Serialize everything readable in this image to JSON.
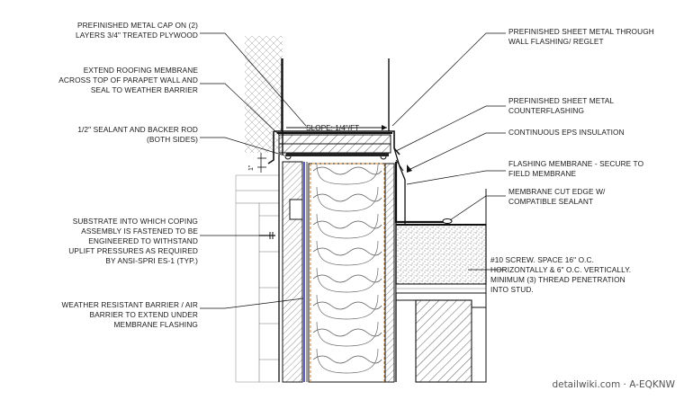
{
  "notes_left": [
    {
      "id": "cap",
      "lines": [
        "PREFINISHED METAL CAP ON (2)",
        "LAYERS 3/4\" TREATED PLYWOOD"
      ]
    },
    {
      "id": "membrane",
      "lines": [
        "EXTEND ROOFING MEMBRANE",
        "ACROSS TOP OF PARAPET WALL AND",
        "SEAL TO WEATHER BARRIER"
      ]
    },
    {
      "id": "sealant",
      "lines": [
        "1/2\" SEALANT AND BACKER ROD",
        "(BOTH SIDES)"
      ]
    },
    {
      "id": "substrate",
      "lines": [
        "SUBSTRATE INTO WHICH COPING",
        "ASSEMBLY IS FASTENED TO BE",
        "ENGINEERED TO WITHSTAND",
        "UPLIFT PRESSURES AS REQUIRED",
        "BY ANSI-SPRI ES-1 (TYP.)"
      ]
    },
    {
      "id": "wrb",
      "lines": [
        "WEATHER RESISTANT BARRIER / AIR",
        "BARRIER TO EXTEND UNDER",
        "MEMBRANE FLASHING"
      ]
    }
  ],
  "notes_right": [
    {
      "id": "reglet",
      "lines": [
        "PREFINISHED SHEET METAL THROUGH",
        "WALL FLASHING/ REGLET"
      ]
    },
    {
      "id": "counterflashing",
      "lines": [
        "PREFINISHED SHEET METAL",
        "COUNTERFLASHING"
      ]
    },
    {
      "id": "eps",
      "lines": [
        "CONTINUOUS EPS INSULATION"
      ]
    },
    {
      "id": "flashing",
      "lines": [
        "FLASHING MEMBRANE - SECURE TO",
        "FIELD MEMBRANE"
      ]
    },
    {
      "id": "cutedge",
      "lines": [
        "MEMBRANE CUT EDGE W/",
        "COMPATIBLE SEALANT"
      ]
    },
    {
      "id": "screw",
      "lines": [
        "#10 SCREW.  SPACE 16\" O.C.",
        "HORIZONTALLY & 6\" O.C. VERTICALLY.",
        "MINIMUM (3) THREAD PENETRATION",
        "INTO STUD."
      ]
    }
  ],
  "slope_label": "SLOPE: 1/4\"/FT",
  "dimension_label": "1\"",
  "watermark": "detailwiki.com · A-EQKNW"
}
